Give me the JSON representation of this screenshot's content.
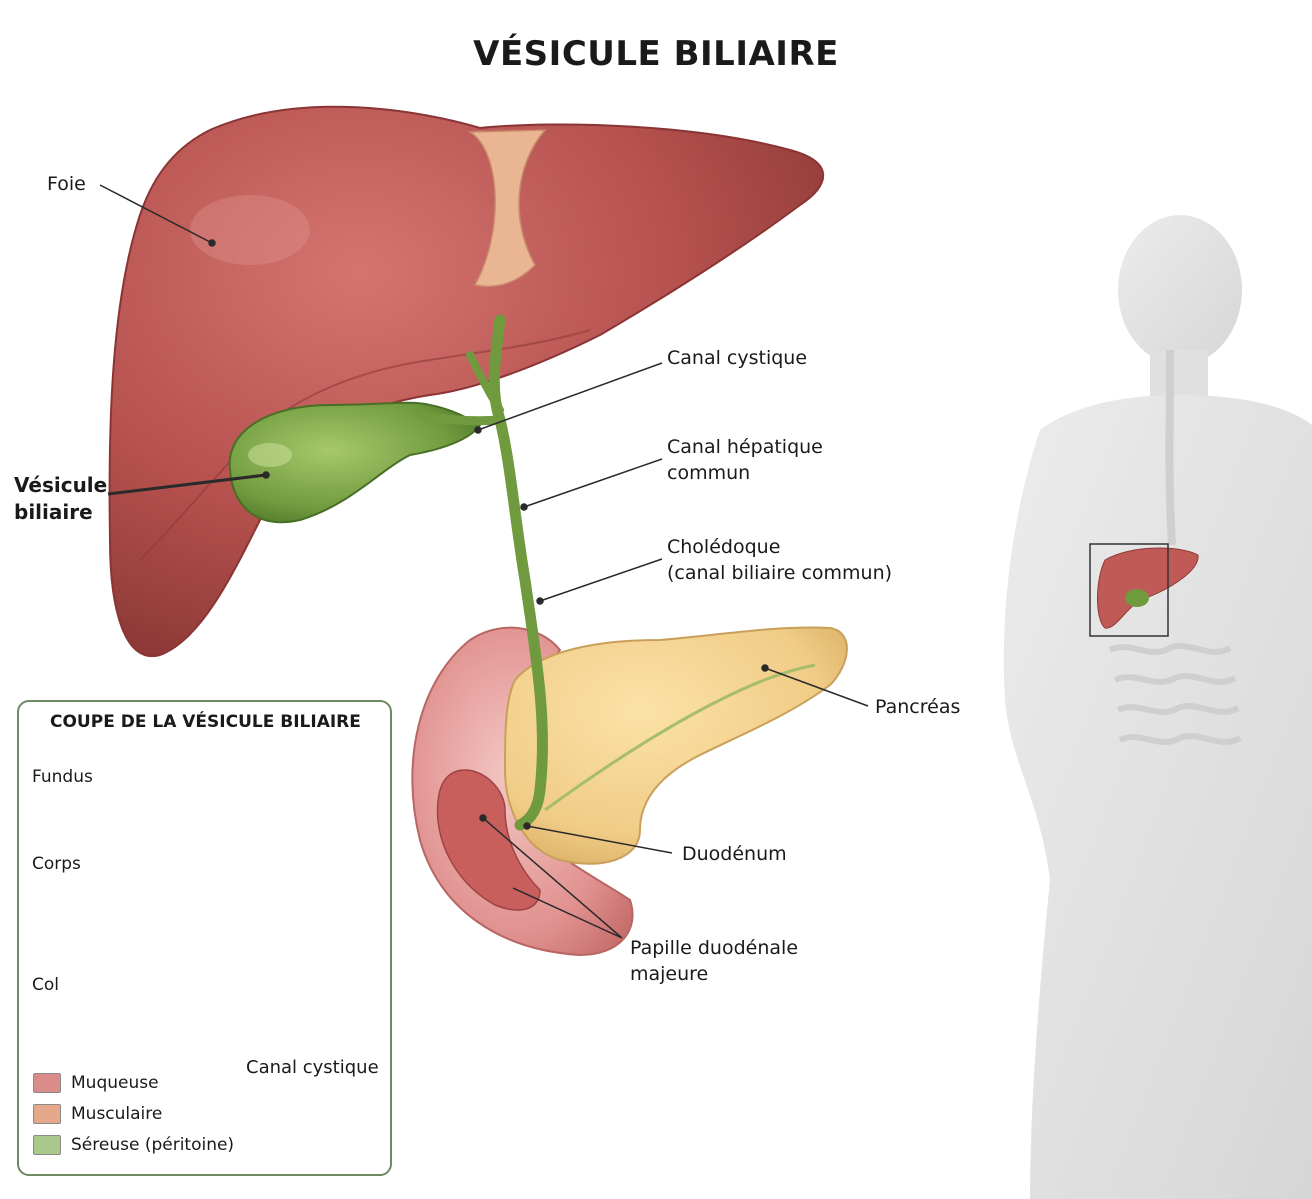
{
  "title": "VÉSICULE BILIAIRE",
  "labels": {
    "foie": "Foie",
    "vesicule_line1": "Vésicule",
    "vesicule_line2": "biliaire",
    "canal_cystique": "Canal cystique",
    "canal_hepatique_line1": "Canal hépatique",
    "canal_hepatique_line2": "commun",
    "choledoque_line1": "Cholédoque",
    "choledoque_line2": "(canal biliaire commun)",
    "pancreas": "Pancréas",
    "duodenum": "Duodénum",
    "papille_line1": "Papille duodénale",
    "papille_line2": "majeure"
  },
  "inset": {
    "title": "COUPE DE LA VÉSICULE BILIAIRE",
    "fundus": "Fundus",
    "corps": "Corps",
    "col": "Col",
    "canal_cystique": "Canal cystique",
    "legend": [
      {
        "label": "Muqueuse",
        "color": "#d98c8a"
      },
      {
        "label": "Musculaire",
        "color": "#e6a88a"
      },
      {
        "label": "Séreuse (péritoine)",
        "color": "#a9c98a"
      }
    ]
  },
  "colors": {
    "liver": "#b5514e",
    "gallbladder": "#6f9a3e",
    "pancreas": "#f0cc86",
    "duodenum": "#e0918f",
    "body_silhouette": "#e2e2e2"
  }
}
